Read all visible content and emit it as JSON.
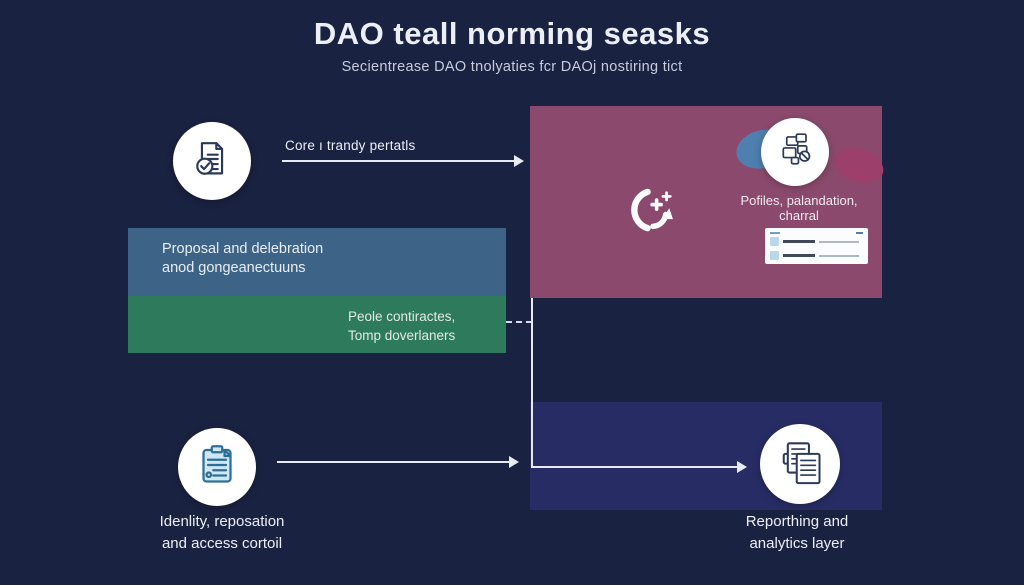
{
  "title": "DAO teall norming seasks",
  "subtitle": "Secientrease DAO tnolyaties fcr DAOj nostiring tict",
  "colors": {
    "background": "#1a2242",
    "box_purple": "#8b4a6d",
    "box_blue": "#3d6487",
    "box_green": "#2e7a5d",
    "box_indigo": "#272d64",
    "connector": "#e9ebf3",
    "text_primary": "#edeff6",
    "text_muted": "#c7ccdc",
    "blob_blue": "#4e7fae",
    "blob_maroon": "#9c3f6b"
  },
  "top_flow": {
    "label": "Core ı trandy pertatls"
  },
  "proposal_box": {
    "line1": "Proposal and delebration",
    "line2": "anod gongeanectuuns"
  },
  "contracts_box": {
    "line1": "Peole contiractes,",
    "line2": "Tomp doverlaners"
  },
  "integration_box": {
    "label_line1": "Pofiles, palandation,",
    "label_line2": "charral"
  },
  "identity_node": {
    "line1": "Idenlity, reposation",
    "line2": "and access cortoil"
  },
  "reporting_node": {
    "line1": "Reporthing and",
    "line2": "analytics layer"
  },
  "icons": {
    "document_check": "document-check-icon",
    "clipboard": "clipboard-icon",
    "modules_cluster": "modules-cluster-icon",
    "sync_sparkle": "sync-sparkle-icon",
    "report_documents": "report-documents-icon"
  }
}
